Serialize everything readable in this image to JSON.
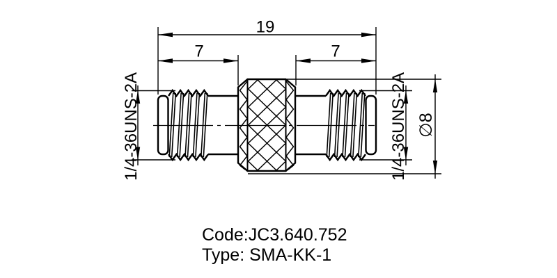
{
  "drawing": {
    "dim_overall_length": "19",
    "dim_left_length": "7",
    "dim_right_length": "7",
    "thread_label_left": "1/4-36UNS-2A",
    "thread_label_right": "1/4-36UNS-2A",
    "diameter_label": "∅8"
  },
  "caption": {
    "code": "Code:JC3.640.752",
    "type": "Type: SMA-KK-1"
  },
  "colors": {
    "line": "#000000",
    "background": "#ffffff"
  }
}
